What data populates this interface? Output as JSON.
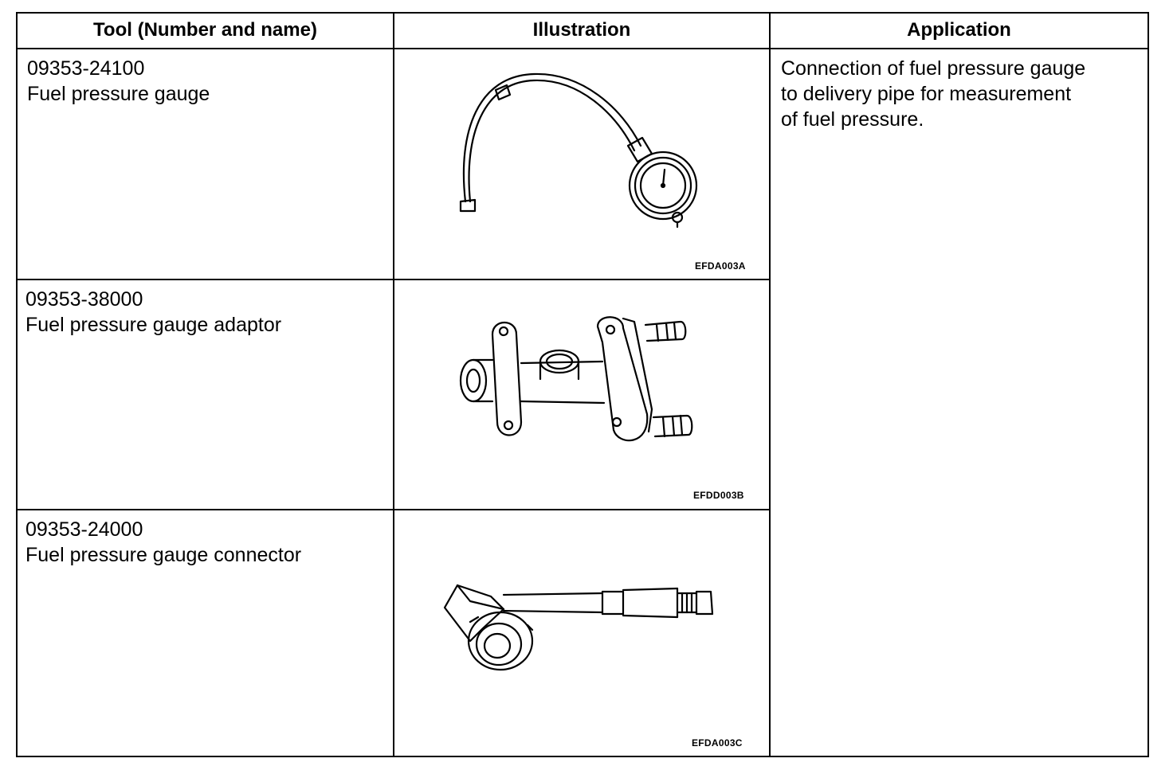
{
  "table": {
    "headers": {
      "tool": "Tool (Number and name)",
      "illustration": "Illustration",
      "application": "Application"
    },
    "rows": [
      {
        "number": "09353-24100",
        "name": "Fuel pressure gauge",
        "illustration_code": "EFDA003A",
        "illustration_icon": "fuel-pressure-gauge-icon"
      },
      {
        "number": "09353-38000",
        "name": "Fuel pressure gauge adaptor",
        "illustration_code": "EFDD003B",
        "illustration_icon": "fuel-pressure-gauge-adaptor-icon"
      },
      {
        "number": "09353-24000",
        "name": "Fuel pressure gauge connector",
        "illustration_code": "EFDA003C",
        "illustration_icon": "fuel-pressure-gauge-connector-icon"
      }
    ],
    "application": {
      "line1": "Connection of fuel pressure gauge",
      "line2": "to delivery pipe for measurement",
      "line3": "of fuel pressure."
    }
  }
}
